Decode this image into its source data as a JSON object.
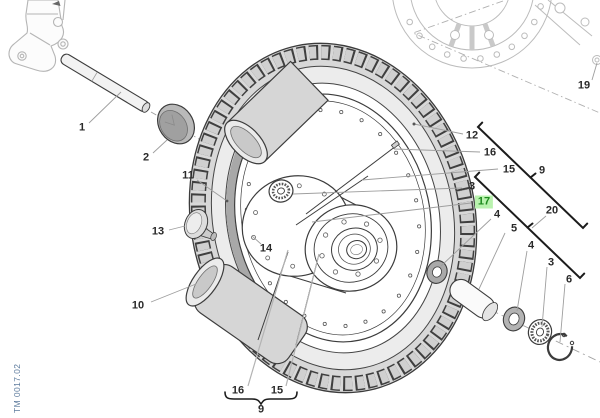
{
  "watermark": "TM 0017.02",
  "highlight": {
    "ref": "17",
    "text_color": "#1e8a1e",
    "bg_color": "#b9f2ae"
  },
  "colors": {
    "outline": "#3c3c3c",
    "part_fill": "#d8d8d8",
    "background_part_line": "#b5b5b5",
    "leader_line": "#9e9e9e",
    "bracket": "#1c1c1c",
    "label_text": "#2a2a2a",
    "watermark_text": "#5d7b9d",
    "rim_band": "#a8a8a8"
  },
  "callouts": {
    "c1": "1",
    "c2": "2",
    "c10": "10",
    "c11": "11",
    "c13": "13",
    "c14": "14",
    "c12": "12",
    "c16r": "16",
    "c15r": "15",
    "c9r": "9",
    "c3l": "3",
    "c17": "17",
    "c20": "20",
    "c4a": "4",
    "c5": "5",
    "c4b": "4",
    "c3r": "3",
    "c6": "6",
    "c19": "19",
    "c16b": "16",
    "c15b": "15",
    "c9b": "9"
  }
}
